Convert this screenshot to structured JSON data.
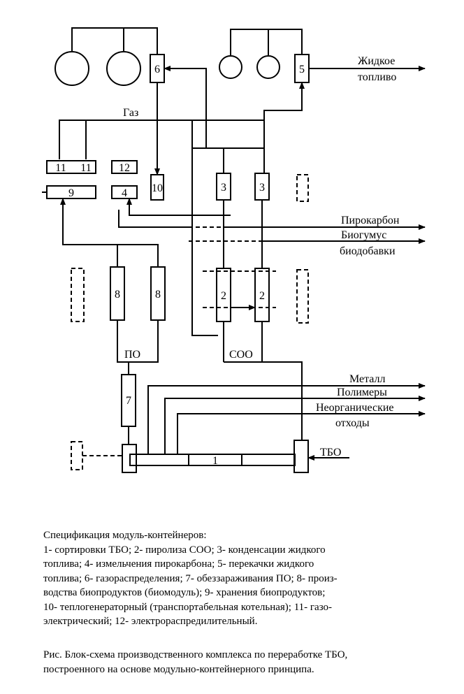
{
  "diagram": {
    "gas_label": "Газ",
    "po_label": "ПО",
    "soo_label": "СОО",
    "tbo_label": "ТБО",
    "outputs": {
      "liquid_fuel_1": "Жидкое",
      "liquid_fuel_2": "топливо",
      "pyrocarbon": "Пирокарбон",
      "biohumus": "Биогумус",
      "bioadditives": "биодобавки",
      "metal": "Металл",
      "polymers": "Полимеры",
      "inorganic_1": "Неорганические",
      "inorganic_2": "отходы"
    },
    "modules": {
      "m1": "1",
      "m2a": "2",
      "m2b": "2",
      "m3a": "3",
      "m3b": "3",
      "m4": "4",
      "m5": "5",
      "m6": "6",
      "m7": "7",
      "m8a": "8",
      "m8b": "8",
      "m9": "9",
      "m10": "10",
      "m11a": "11",
      "m11b": "11",
      "m12": "12"
    }
  },
  "spec": {
    "title": "Спецификация модуль-контейнеров:",
    "lines": [
      "1-   сортировки ТБО; 2- пиролиза СОО; 3- конденсации жидкого",
      "топлива; 4- измельчения пирокарбона; 5- перекачки жидкого",
      "топлива; 6- газораспределения; 7- обеззараживания ПО; 8- произ-",
      "водства биопродуктов (биомодуль); 9- хранения биопродуктов;",
      "10- теплогенераторный (транспортабельная котельная); 11- газо-",
      "электрический; 12- электрораспредилительный."
    ]
  },
  "caption": {
    "line1": "Рис. Блок-схема производственного комплекса по переработке ТБО,",
    "line2": "построенного на основе модульно-контейнерного принципа."
  }
}
